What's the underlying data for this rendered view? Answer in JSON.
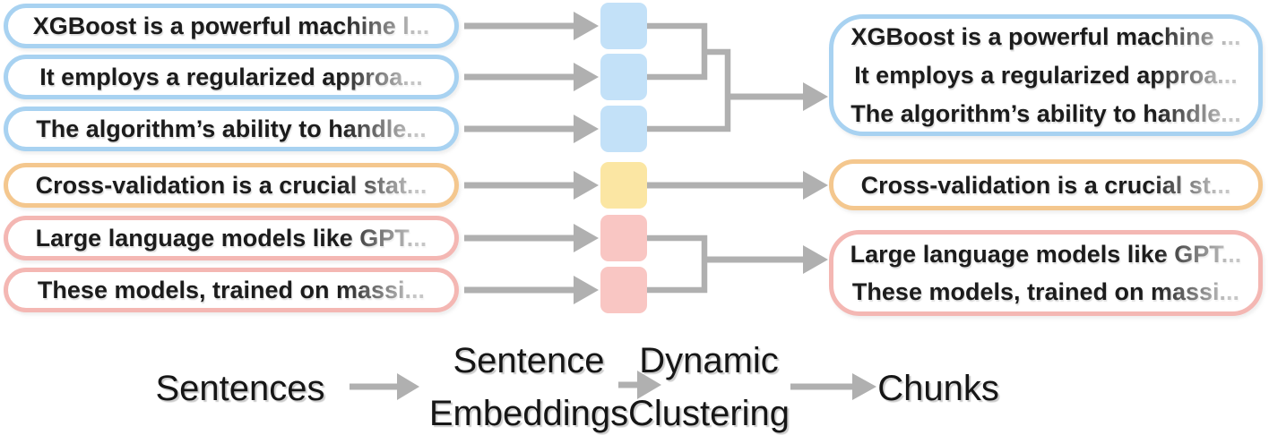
{
  "diagram_title": "semantic-chunking-pipeline",
  "colors": {
    "blue_border": "#a8d2f1",
    "blue_square_fill": "#c3e1f8",
    "orange_border": "#f4c78e",
    "yellow_square_fill": "#fbe6a3",
    "pink_border": "#f4b7b3",
    "pink_square_fill": "#f9c6c3",
    "arrow_gray": "#b0b0b0",
    "text": "#1c1c1c"
  },
  "sentences": [
    {
      "text": "XGBoost is a powerful machine l...",
      "group": "blue"
    },
    {
      "text": "It employs a regularized approa...",
      "group": "blue"
    },
    {
      "text": "The algorithm’s ability to handle...",
      "group": "blue"
    },
    {
      "text": "Cross-validation is a crucial stat...",
      "group": "orange"
    },
    {
      "text": "Large language models like GPT...",
      "group": "pink"
    },
    {
      "text": "These models, trained on massi...",
      "group": "pink"
    }
  ],
  "embedding_squares": [
    {
      "group": "blue"
    },
    {
      "group": "blue"
    },
    {
      "group": "blue"
    },
    {
      "group": "yellow"
    },
    {
      "group": "pink"
    },
    {
      "group": "pink"
    }
  ],
  "chunks": [
    {
      "group": "blue",
      "lines": [
        "XGBoost is a powerful machine ...",
        "It employs a regularized approa...",
        "The algorithm’s ability to handle..."
      ]
    },
    {
      "group": "orange",
      "lines": [
        "Cross-validation is a crucial st..."
      ]
    },
    {
      "group": "pink",
      "lines": [
        "Large language models like GPT...",
        "These models, trained on massi..."
      ]
    }
  ],
  "pipeline": {
    "stages": [
      {
        "label": "Sentences"
      },
      {
        "label": "Sentence\nEmbeddings"
      },
      {
        "label": "Dynamic\nClustering"
      },
      {
        "label": "Chunks"
      }
    ]
  }
}
